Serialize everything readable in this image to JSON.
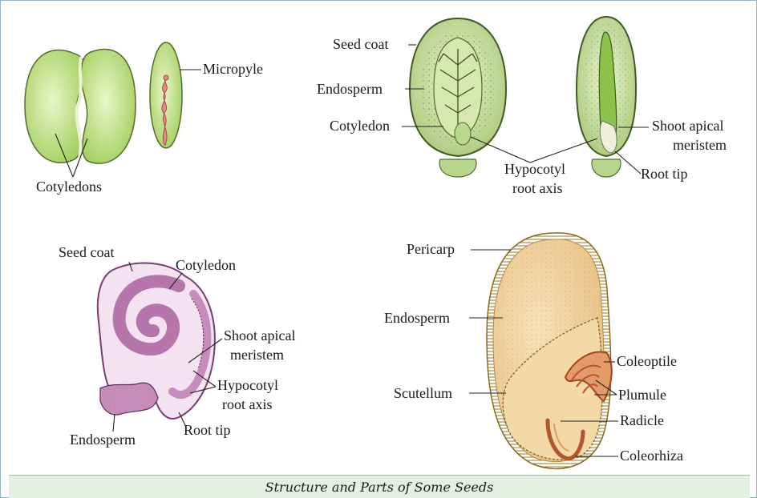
{
  "labels": {
    "cotyledons": "Cotyledons",
    "micropyle": "Micropyle",
    "castor_seed_coat": "Seed coat",
    "castor_endosperm": "Endosperm",
    "castor_cotyledon": "Cotyledon",
    "hypocotyl_1": "Hypocotyl",
    "root_axis_1": "root axis",
    "shoot_apical_1": "Shoot apical",
    "meristem_1": "meristem",
    "root_tip_1": "Root tip",
    "curved_seed_coat": "Seed coat",
    "curved_cotyledon": "Cotyledon",
    "shoot_apical_2": "Shoot apical",
    "meristem_2": "meristem",
    "hypocotyl_2": "Hypocotyl",
    "root_axis_2": "root axis",
    "curved_endosperm": "Endosperm",
    "root_tip_2": "Root tip",
    "pericarp": "Pericarp",
    "maize_endosperm": "Endosperm",
    "scutellum": "Scutellum",
    "coleoptile": "Coleoptile",
    "plumule": "Plumule",
    "radicle": "Radicle",
    "coleorhiza": "Coleorhiza"
  },
  "caption": "Structure and Parts of Some Seeds",
  "colors": {
    "dicot_green": "#a9d46a",
    "micropyle_pink": "#e98a8a",
    "castor_green": "#c7df9a",
    "curved_seed_pink": "#c98bbd",
    "maize_tan": "#f1cf98",
    "maize_embryo": "#b5552c"
  }
}
